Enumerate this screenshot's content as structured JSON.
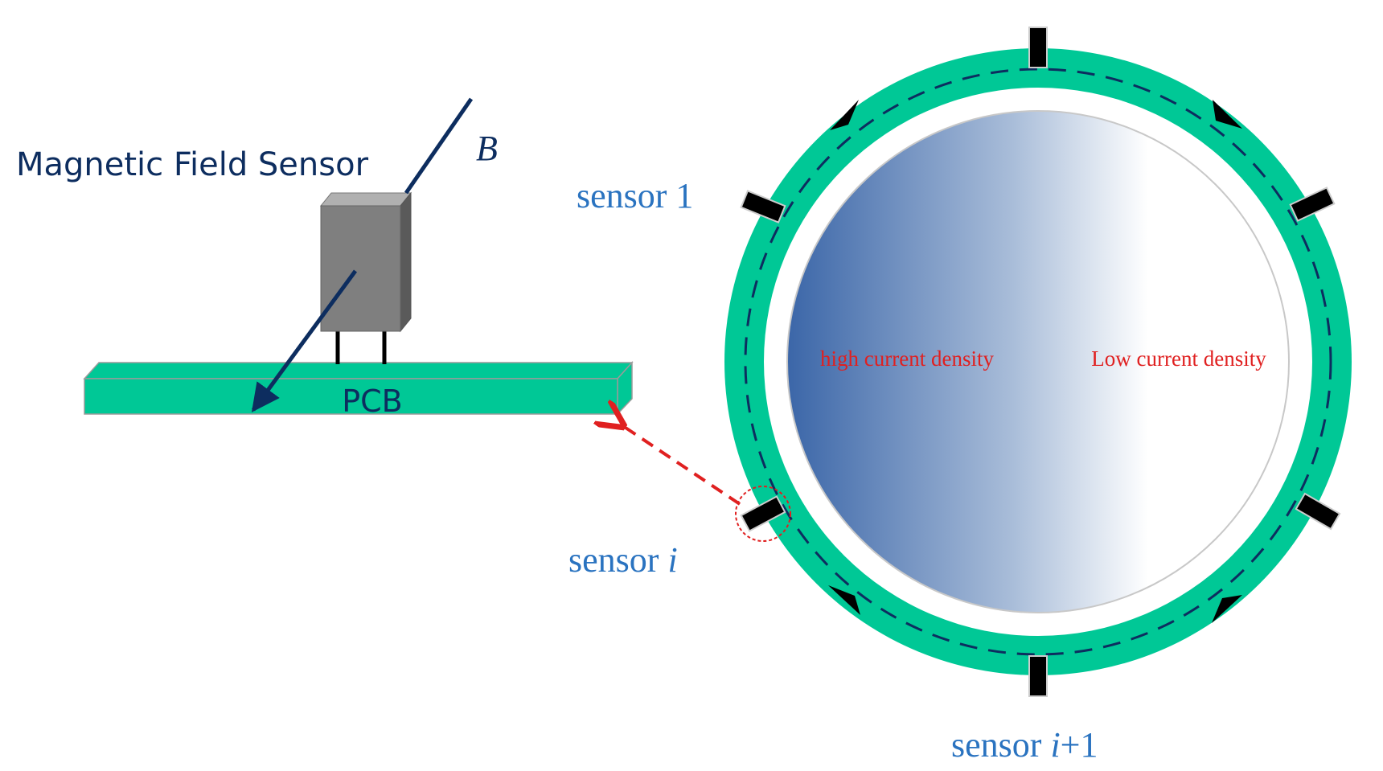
{
  "labels": {
    "title": "Magnetic Field Sensor",
    "b_field": "B",
    "pcb": "PCB",
    "sensor_1": "sensor 1",
    "sensor_i_prefix": "sensor ",
    "sensor_i_var": "i",
    "sensor_i1_prefix": "sensor ",
    "sensor_i1_var": "i",
    "sensor_i1_suffix": "+1",
    "high_density": "high current density",
    "low_density": "Low current density"
  },
  "colors": {
    "pcb_green": "#00c896",
    "navy": "#0d2d5f",
    "sensor_blue": "#2a73c0",
    "annotation_red": "#e02020",
    "conductor_dark": "#3b66a8"
  },
  "icons": {
    "hall_sensor": "sensor-box-icon",
    "current_arrow": "arrow-icon"
  }
}
